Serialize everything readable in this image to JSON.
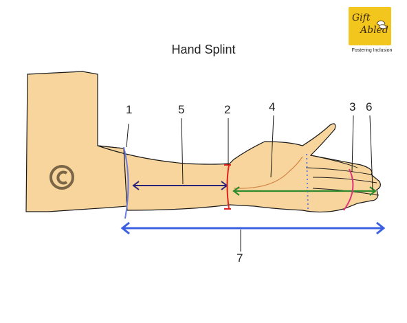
{
  "title": "Hand Splint",
  "logo": {
    "line1": "Gift",
    "line2": "Abled",
    "tagline": "Fostering Inclusion"
  },
  "labels": {
    "l1": "1",
    "l2": "2",
    "l3": "3",
    "l4": "4",
    "l5": "5",
    "l6": "6",
    "l7": "7"
  },
  "colors": {
    "skin": "#f7d59c",
    "outline": "#1a1a1a",
    "m1": "#6b7be0",
    "m2": "#e02020",
    "m3": "#e0307a",
    "m4": "#d4864a",
    "m5": "#2a237a",
    "m6": "#2e8a2e",
    "m7": "#3a5fe0",
    "dots": "#6b7be0",
    "copyright": "#7a6646"
  },
  "icons": [
    "copyright-icon",
    "hands-icon"
  ]
}
